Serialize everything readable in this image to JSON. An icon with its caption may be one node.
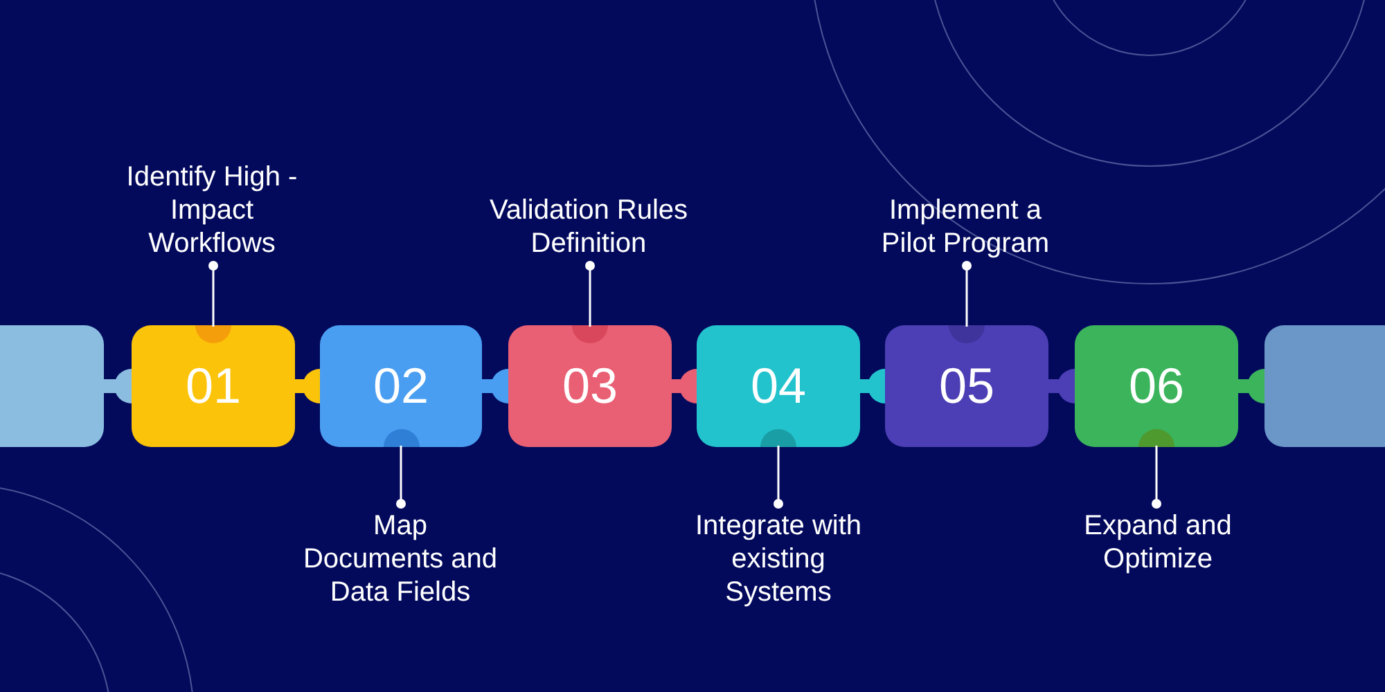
{
  "diagram": {
    "nodes": [
      {
        "text": [],
        "shape": "box"
      },
      {
        "text": [
          "01"
        ]
      },
      {
        "text": [
          "02"
        ]
      },
      {
        "text": [
          "03"
        ]
      },
      {
        "text": [
          "04"
        ]
      },
      {
        "text": [
          "05"
        ]
      },
      {
        "text": [
          "06"
        ]
      },
      {
        "text": [],
        "shape": "box"
      },
      {
        "text": [
          "Identify High -Impact Workflows"
        ]
      },
      {
        "text": [
          "Map Documents and Data Fields"
        ]
      },
      {
        "text": [
          "Validation Rules Definition"
        ]
      },
      {
        "text": [
          "Integrate with existing Systems"
        ]
      },
      {
        "text": [
          "Implement a Pilot Program"
        ]
      },
      {
        "text": [
          "Expand and Optimize"
        ]
      }
    ],
    "edges": [
      {
        "from": 8,
        "to": 1,
        "arrow": "other"
      },
      {
        "from": 9,
        "to": 2,
        "arrow": "other"
      },
      {
        "from": 10,
        "to": 3,
        "arrow": "other"
      },
      {
        "from": 11,
        "to": 4,
        "arrow": "other"
      },
      {
        "from": 12,
        "to": 5,
        "arrow": "other"
      },
      {
        "from": 13,
        "to": 6,
        "arrow": "other"
      }
    ]
  }
}
